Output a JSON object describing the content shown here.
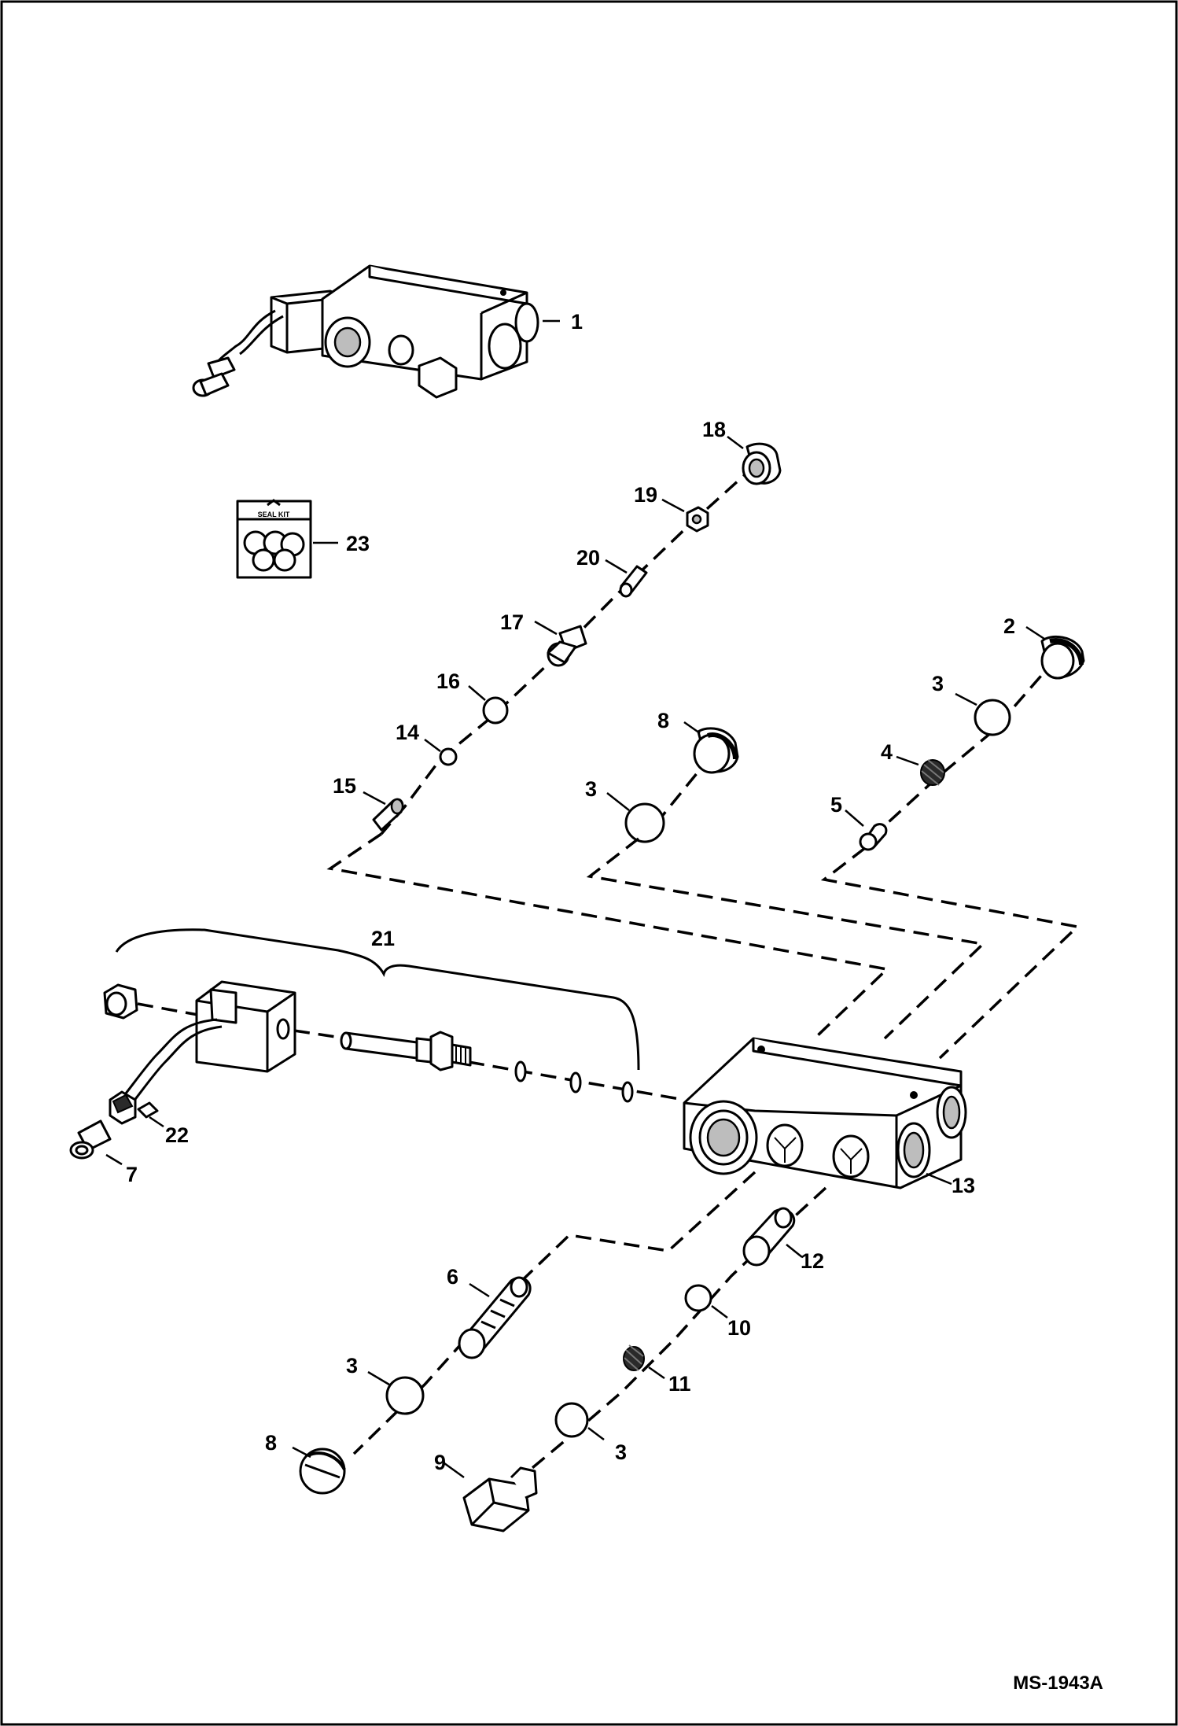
{
  "figure_id": "MS-1943A",
  "seal_kit_label": "SEAL KIT",
  "callouts": {
    "c1": "1",
    "c2": "2",
    "c3a": "3",
    "c3b": "3",
    "c3c": "3",
    "c3d": "3",
    "c4": "4",
    "c5": "5",
    "c6": "6",
    "c7": "7",
    "c8a": "8",
    "c8b": "8",
    "c9": "9",
    "c10": "10",
    "c11": "11",
    "c12": "12",
    "c13": "13",
    "c14": "14",
    "c15": "15",
    "c16": "16",
    "c17": "17",
    "c18": "18",
    "c19": "19",
    "c20": "20",
    "c21": "21",
    "c22": "22",
    "c23": "23"
  }
}
